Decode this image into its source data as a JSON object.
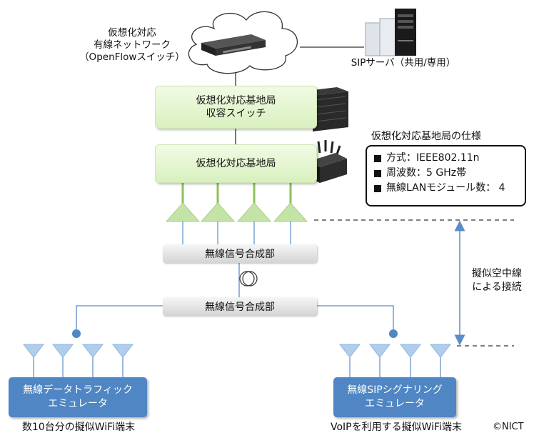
{
  "cloud": {
    "lines": [
      "仮想化対応",
      "有線ネットワーク",
      "（OpenFlowスイッチ）"
    ],
    "icon": "network-switch-icon"
  },
  "sip_server": {
    "label": "SIPサーバ（共用/専用）",
    "icon": "server-tower-icon"
  },
  "switch_box": {
    "lines": [
      "仮想化対応基地局",
      "収容スイッチ"
    ],
    "icon": "server-rack-icon"
  },
  "base_station": {
    "label": "仮想化対応基地局",
    "icon": "wireless-router-icon"
  },
  "spec_box": {
    "title": "仮想化対応基地局の仕様",
    "items": [
      "方式：IEEE802.11n",
      "周波数：5 GHz帯",
      "無線LANモジュール数： 4"
    ]
  },
  "combiner_top": {
    "label": "無線信号合成部"
  },
  "combiner_bottom": {
    "label": "無線信号合成部"
  },
  "air_link": {
    "lines": [
      "擬似空中線",
      "による接続"
    ]
  },
  "emulator_left": {
    "lines": [
      "無線データトラフィック",
      "エミュレータ"
    ],
    "caption": "数10台分の擬似WiFi端末"
  },
  "emulator_right": {
    "lines": [
      "無線SIPシグナリング",
      "エミュレータ"
    ],
    "caption": "VoIPを利用する擬似WiFi端末"
  },
  "copyright": "©NICT",
  "colors": {
    "green_box": "#d9f0bf",
    "green_antenna": "#bfe0a0",
    "blue_box": "#4f86c3",
    "blue_antenna": "#a9c9ec",
    "wire": "#5a8cc6",
    "arrow": "#5a8cc6"
  }
}
